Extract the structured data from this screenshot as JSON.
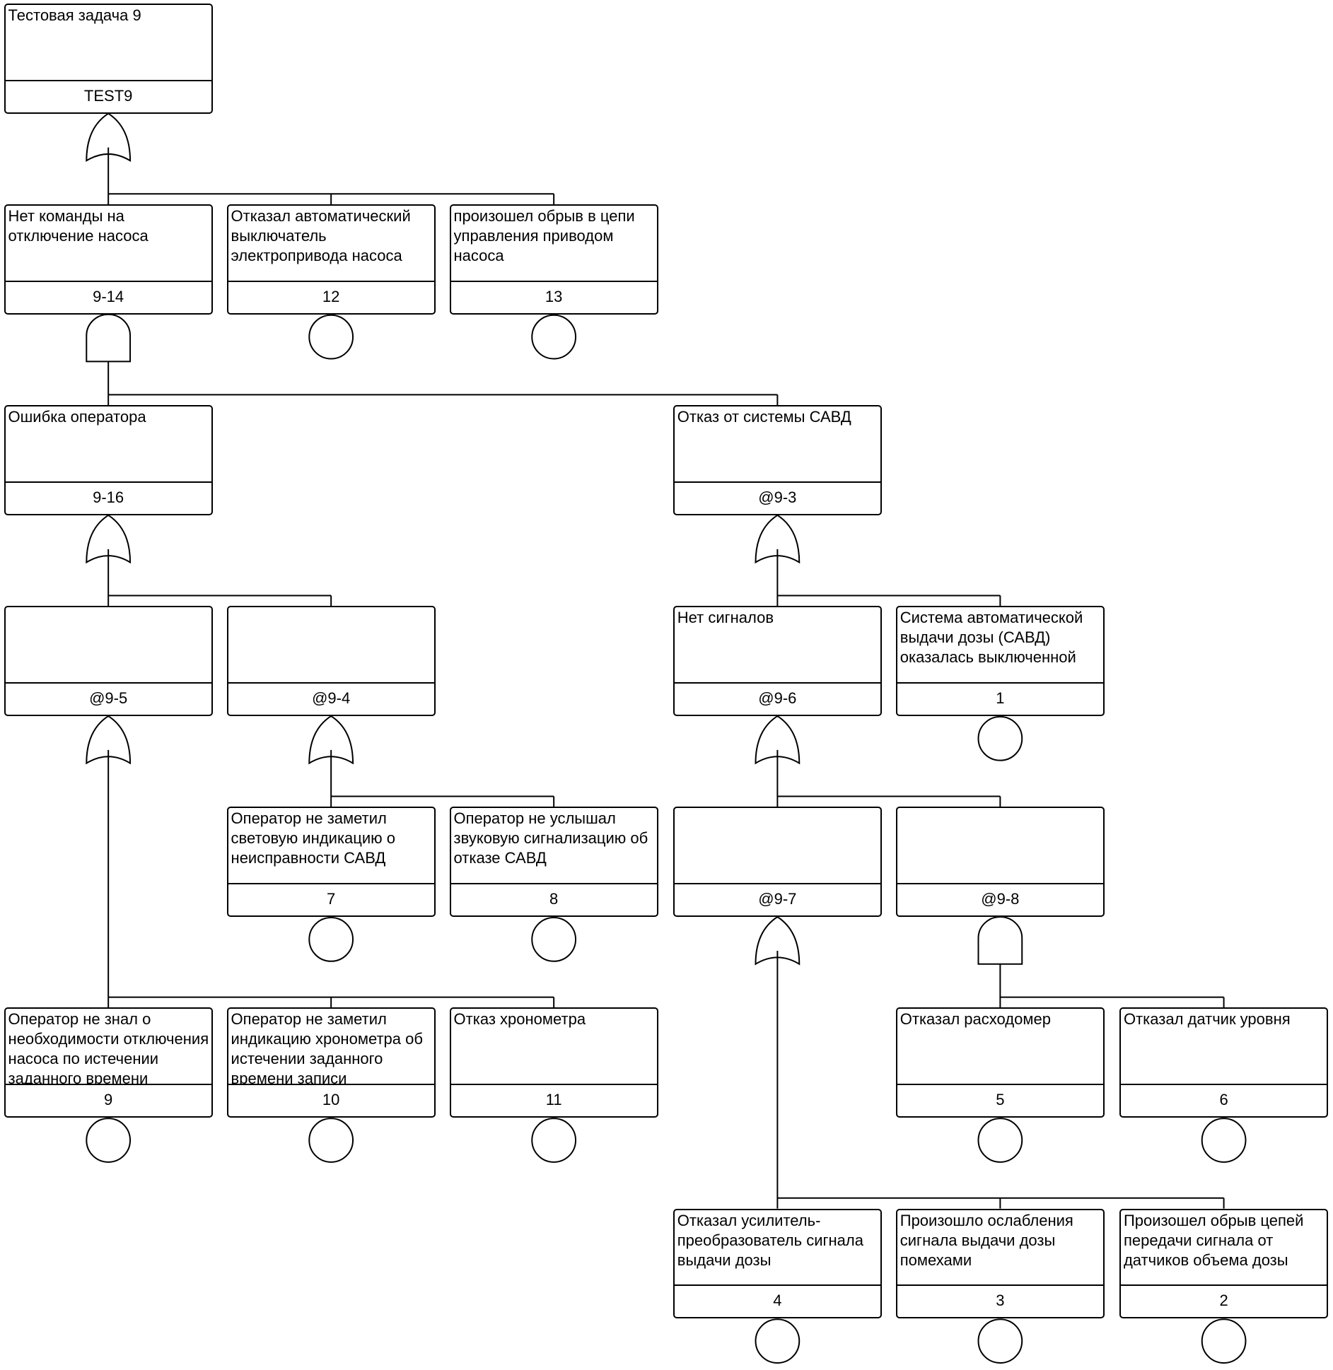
{
  "diagram": {
    "type": "fault-tree",
    "nodes": [
      {
        "key": "test9",
        "text": "Тестовая задача 9",
        "id": "TEST9",
        "gate": "or"
      },
      {
        "key": "n9_14",
        "text": "Нет команды на отключение насоса",
        "id": "9-14",
        "gate": "and"
      },
      {
        "key": "n12",
        "text": "Отказал автоматический выключатель электропривода насоса",
        "id": "12",
        "gate": "basic"
      },
      {
        "key": "n13",
        "text": "произошел обрыв в цепи управления приводом насоса",
        "id": "13",
        "gate": "basic"
      },
      {
        "key": "n9_16",
        "text": "Ошибка оператора",
        "id": "9-16",
        "gate": "or"
      },
      {
        "key": "n9_3",
        "text": "Отказ от системы САВД",
        "id": "@9-3",
        "gate": "or"
      },
      {
        "key": "n9_5",
        "text": "",
        "id": "@9-5",
        "gate": "or"
      },
      {
        "key": "n9_4",
        "text": "",
        "id": "@9-4",
        "gate": "or"
      },
      {
        "key": "n9_6",
        "text": "Нет сигналов",
        "id": "@9-6",
        "gate": "or"
      },
      {
        "key": "n1",
        "text": "Система автоматической выдачи дозы (САВД) оказалась выключенной",
        "id": "1",
        "gate": "basic"
      },
      {
        "key": "n7",
        "text": "Оператор не заметил световую индикацию о неисправности САВД",
        "id": "7",
        "gate": "basic"
      },
      {
        "key": "n8",
        "text": "Оператор не услышал звуковую сигнализацию об отказе САВД",
        "id": "8",
        "gate": "basic"
      },
      {
        "key": "n9_7",
        "text": "",
        "id": "@9-7",
        "gate": "or"
      },
      {
        "key": "n9_8",
        "text": "",
        "id": "@9-8",
        "gate": "and"
      },
      {
        "key": "n9",
        "text": "Оператор не знал о необходимости отключения насоса по истечении  заданного времени",
        "id": "9",
        "gate": "basic"
      },
      {
        "key": "n10",
        "text": "Оператор не заметил индикацию хронометра об истечении заданного  времени записи",
        "id": "10",
        "gate": "basic"
      },
      {
        "key": "n11",
        "text": "Отказ хронометра",
        "id": "11",
        "gate": "basic"
      },
      {
        "key": "n5",
        "text": "Отказал расходомер",
        "id": "5",
        "gate": "basic"
      },
      {
        "key": "n6",
        "text": "Отказал датчик уровня",
        "id": "6",
        "gate": "basic"
      },
      {
        "key": "n4",
        "text": "Отказал усилитель-преобразователь сигнала выдачи дозы",
        "id": "4",
        "gate": "basic"
      },
      {
        "key": "n3",
        "text": "Произошло ослабления сигнала выдачи дозы помехами",
        "id": "3",
        "gate": "basic"
      },
      {
        "key": "n2",
        "text": "Произошел обрыв цепей передачи сигнала от датчиков объема дозы",
        "id": "2",
        "gate": "basic"
      }
    ],
    "edges": [
      {
        "from": "test9",
        "to": [
          "n9_14",
          "n12",
          "n13"
        ]
      },
      {
        "from": "n9_14",
        "to": [
          "n9_16",
          "n9_3"
        ]
      },
      {
        "from": "n9_16",
        "to": [
          "n9_5",
          "n9_4"
        ]
      },
      {
        "from": "n9_3",
        "to": [
          "n9_6",
          "n1"
        ]
      },
      {
        "from": "n9_5",
        "to": [
          "n9",
          "n10",
          "n11"
        ]
      },
      {
        "from": "n9_4",
        "to": [
          "n7",
          "n8"
        ]
      },
      {
        "from": "n9_6",
        "to": [
          "n9_7",
          "n9_8"
        ]
      },
      {
        "from": "n9_7",
        "to": [
          "n4",
          "n3",
          "n2"
        ]
      },
      {
        "from": "n9_8",
        "to": [
          "n5",
          "n6"
        ]
      }
    ]
  }
}
